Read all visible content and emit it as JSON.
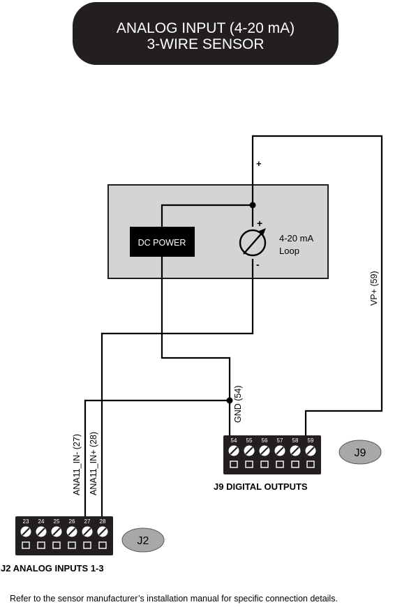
{
  "title": {
    "line1": "ANALOG INPUT (4-20 mA)",
    "line2": "3-WIRE SENSOR"
  },
  "sensor": {
    "power_label": "DC POWER",
    "loop_label_line1": "4-20 mA",
    "loop_label_line2": "Loop",
    "plus_sign": "+",
    "minus_sign": "-",
    "supply_plus": "+"
  },
  "wires": {
    "vp_label": "VP+ (59)",
    "gnd_label": "GND (54)",
    "ana_in_minus_label": "ANA11_IN- (27)",
    "ana_in_plus_label": "ANA11_IN+ (28)"
  },
  "connectors": {
    "j9": {
      "badge": "J9",
      "caption": "J9 DIGITAL OUTPUTS",
      "pins": [
        "54",
        "55",
        "56",
        "57",
        "58",
        "59"
      ]
    },
    "j2": {
      "badge": "J2",
      "caption": "J2  ANALOG INPUTS 1-3",
      "pins": [
        "23",
        "24",
        "25",
        "26",
        "27",
        "28"
      ]
    }
  },
  "footnote": "Refer to the sensor manufacturer’s installation manual for specific connection details.",
  "colors": {
    "title_bg": "#231f20",
    "sensor_box": "#d4d4d4",
    "terminal_block": "#231f20",
    "badge": "#a8a8a8"
  }
}
